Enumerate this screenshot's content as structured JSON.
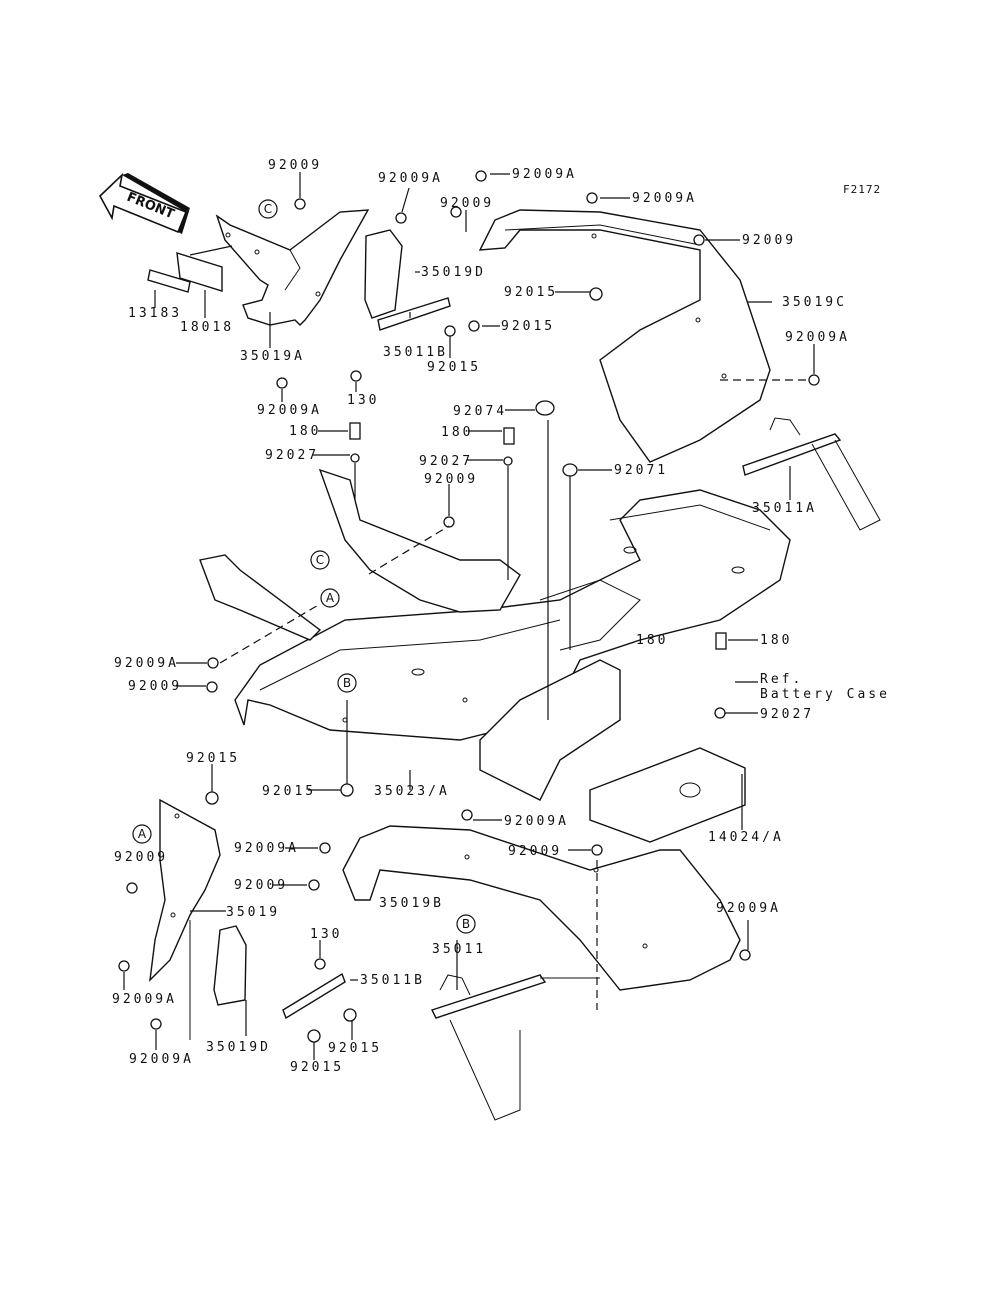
{
  "figure_id": "F2172",
  "front_arrow": {
    "label": "FRONT",
    "icon": "front-arrow-icon"
  },
  "reference_markers": [
    "A",
    "B",
    "C"
  ],
  "labels": [
    {
      "id": "l1",
      "text": "92009"
    },
    {
      "id": "l2",
      "text": "92009A"
    },
    {
      "id": "l3",
      "text": "92009A"
    },
    {
      "id": "l4",
      "text": "92009A"
    },
    {
      "id": "l5",
      "text": "92009"
    },
    {
      "id": "l6",
      "text": "92009"
    },
    {
      "id": "l7",
      "text": "35019D"
    },
    {
      "id": "l8",
      "text": "92015"
    },
    {
      "id": "l9",
      "text": "35019C"
    },
    {
      "id": "l10",
      "text": "92015"
    },
    {
      "id": "l11",
      "text": "92009A"
    },
    {
      "id": "l12",
      "text": "13183"
    },
    {
      "id": "l13",
      "text": "18018"
    },
    {
      "id": "l14",
      "text": "35019A"
    },
    {
      "id": "l15",
      "text": "35011B"
    },
    {
      "id": "l16",
      "text": "92015"
    },
    {
      "id": "l17",
      "text": "92009A"
    },
    {
      "id": "l18",
      "text": "130"
    },
    {
      "id": "l19",
      "text": "92074"
    },
    {
      "id": "l20",
      "text": "180"
    },
    {
      "id": "l21",
      "text": "180"
    },
    {
      "id": "l22",
      "text": "92027"
    },
    {
      "id": "l23",
      "text": "92027"
    },
    {
      "id": "l24",
      "text": "92071"
    },
    {
      "id": "l25",
      "text": "92009"
    },
    {
      "id": "l26",
      "text": "35011A"
    },
    {
      "id": "l27",
      "text": "180"
    },
    {
      "id": "l28",
      "text": "Ref."
    },
    {
      "id": "l29",
      "text": "Battery Case"
    },
    {
      "id": "l30",
      "text": "92027"
    },
    {
      "id": "l31",
      "text": "92009A"
    },
    {
      "id": "l32",
      "text": "92009"
    },
    {
      "id": "l33",
      "text": "92015"
    },
    {
      "id": "l34",
      "text": "92015"
    },
    {
      "id": "l35",
      "text": "35023/A"
    },
    {
      "id": "l36",
      "text": "92009A"
    },
    {
      "id": "l37",
      "text": "14024/A"
    },
    {
      "id": "l38",
      "text": "92009"
    },
    {
      "id": "l39",
      "text": "92009A"
    },
    {
      "id": "l40",
      "text": "92009"
    },
    {
      "id": "l41",
      "text": "92009"
    },
    {
      "id": "l42",
      "text": "35019B"
    },
    {
      "id": "l43",
      "text": "92009A"
    },
    {
      "id": "l44",
      "text": "35019"
    },
    {
      "id": "l45",
      "text": "130"
    },
    {
      "id": "l46",
      "text": "35011"
    },
    {
      "id": "l47",
      "text": "35011B"
    },
    {
      "id": "l48",
      "text": "92009A"
    },
    {
      "id": "l49",
      "text": "35019D"
    },
    {
      "id": "l50",
      "text": "92015"
    },
    {
      "id": "l51",
      "text": "92009A"
    },
    {
      "id": "l52",
      "text": "92015"
    }
  ]
}
